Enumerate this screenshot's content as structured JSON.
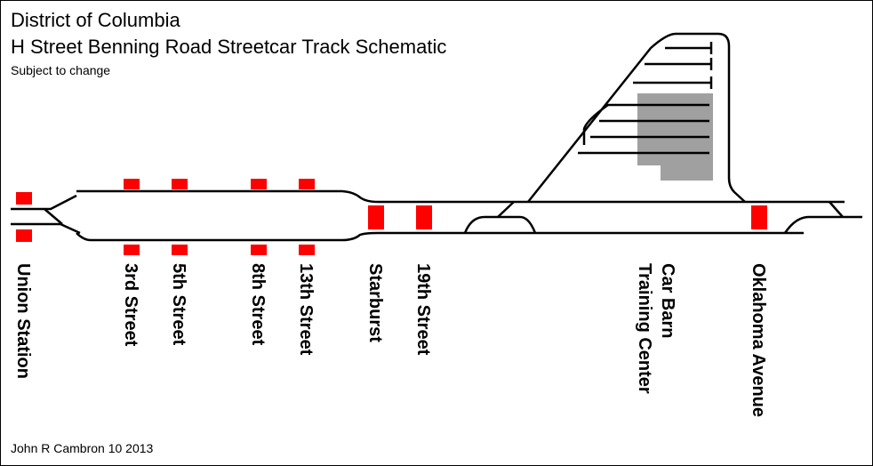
{
  "title_line1": "District of Columbia",
  "title_line2": "H Street Benning Road Streetcar Track Schematic",
  "subtitle": "Subject to change",
  "credit": "John R Cambron 10 2013",
  "stations": {
    "union_station": "Union Station",
    "third_street": "3rd Street",
    "fifth_street": "5th Street",
    "eighth_street": "8th Street",
    "thirteenth_street": "13th Street",
    "starburst": "Starburst",
    "nineteenth_street": "19th Street",
    "car_barn_line1": "Car Barn",
    "car_barn_line2": "Training Center",
    "oklahoma_avenue": "Oklahoma Avenue"
  },
  "colors": {
    "track": "#000000",
    "platform": "#ff0000",
    "building": "#a0a0a0",
    "background": "#ffffff"
  }
}
